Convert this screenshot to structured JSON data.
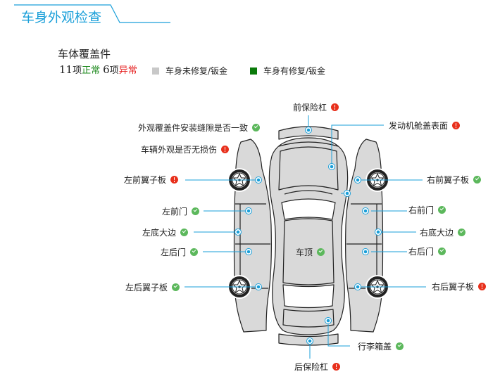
{
  "header": {
    "title": "车身外观检查"
  },
  "section": {
    "title": "车体覆盖件",
    "normal_count": "11",
    "normal_unit": "项",
    "normal_label": "正常",
    "abnormal_count": "6",
    "abnormal_unit": "项",
    "abnormal_label": "异常"
  },
  "legend": [
    {
      "label": "车身未修复/钣金",
      "color": "#c8c8c8"
    },
    {
      "label": "车身有修复/钣金",
      "color": "#0a7a0a"
    }
  ],
  "colors": {
    "accent": "#1a9fd9",
    "ok": "#5cb85c",
    "bad": "#e8301c",
    "body": "#d9d9d9"
  },
  "points": [
    {
      "id": "front-bumper",
      "label": "前保险杠",
      "status": "bad"
    },
    {
      "id": "gap-consistency",
      "label": "外观覆盖件安装缝隙是否一致",
      "status": "ok"
    },
    {
      "id": "hood",
      "label": "发动机舱盖表面",
      "status": "bad"
    },
    {
      "id": "no-damage",
      "label": "车辆外观是否无损伤",
      "status": "bad"
    },
    {
      "id": "left-front-fender",
      "label": "左前翼子板",
      "status": "bad"
    },
    {
      "id": "right-front-fender",
      "label": "右前翼子板",
      "status": "ok"
    },
    {
      "id": "left-front-door",
      "label": "左前门",
      "status": "ok"
    },
    {
      "id": "right-front-door",
      "label": "右前门",
      "status": "ok"
    },
    {
      "id": "left-sill",
      "label": "左底大边",
      "status": "ok"
    },
    {
      "id": "right-sill",
      "label": "右底大边",
      "status": "ok"
    },
    {
      "id": "left-rear-door",
      "label": "左后门",
      "status": "ok"
    },
    {
      "id": "roof",
      "label": "车顶",
      "status": "ok"
    },
    {
      "id": "right-rear-door",
      "label": "右后门",
      "status": "ok"
    },
    {
      "id": "left-rear-fender",
      "label": "左后翼子板",
      "status": "ok"
    },
    {
      "id": "right-rear-fender",
      "label": "右后翼子板",
      "status": "bad"
    },
    {
      "id": "trunk-lid",
      "label": "行李箱盖",
      "status": "ok"
    },
    {
      "id": "rear-bumper",
      "label": "后保险杠",
      "status": "bad"
    }
  ]
}
